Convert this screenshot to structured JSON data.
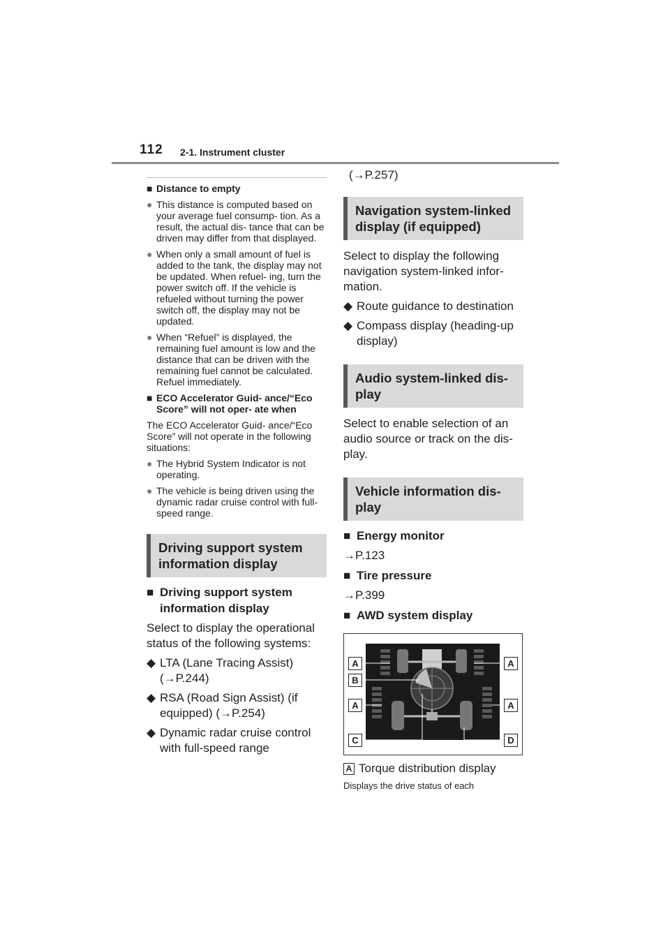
{
  "header": {
    "page_number": "112",
    "section": "2-1. Instrument cluster"
  },
  "left": {
    "dte_heading": "Distance to empty",
    "dte_bullets": [
      "This distance is computed based on your average fuel consump- tion. As a result, the actual dis- tance that can be driven may differ from that displayed.",
      "When only a small amount of fuel is added to the tank, the display may not be updated. When refuel- ing, turn the power switch off. If the vehicle is refueled without turning the power switch off, the display may not be updated.",
      "When “Refuel” is displayed, the remaining fuel amount is low and the distance that can be driven with the remaining fuel cannot be calculated.",
      "Refuel immediately."
    ],
    "eco_heading": "ECO Accelerator Guid- ance/“Eco Score” will not oper- ate when",
    "eco_text": "The ECO Accelerator Guid- ance/“Eco Score” will not operate in the following situations:",
    "eco_bullets": [
      "The Hybrid System Indicator is not operating.",
      "The vehicle is being driven using the dynamic radar cruise control with full-speed range."
    ],
    "dsi_section_title": "Driving support system information display",
    "dsi_subheading": "Driving support system information display",
    "dsi_text": "Select to display the operational status of the following systems:",
    "dsi_items": [
      "LTA (Lane Tracing Assist)",
      "(→P.244)",
      "RSA (Road Sign Assist) (if equipped) (→P.254)",
      "Dynamic radar cruise control with full-speed range"
    ]
  },
  "right": {
    "continued_ref": "(→P.257)",
    "nav_title": "Navigation system-linked display (if equipped)",
    "nav_text": "Select to display the following navigation system-linked infor- mation.",
    "nav_items": [
      "Route guidance to destination",
      "Compass display (heading-up display)"
    ],
    "audio_title": "Audio system-linked dis- play",
    "audio_text": "Select to enable selection of an audio source or track on the dis- play.",
    "vehicle_title": "Vehicle information dis- play",
    "energy_heading": "Energy monitor",
    "energy_ref": "→P.123",
    "tire_heading": "Tire pressure",
    "tire_ref": "→P.399",
    "awd_heading": "AWD system display",
    "figure_labels": {
      "a": "A",
      "b": "B",
      "c": "C",
      "d": "D"
    },
    "caption_label": "A",
    "caption_text": "Torque distribution display",
    "caption_sub": "Displays the drive status of each"
  },
  "icons": {
    "square_bullet": "■",
    "circle_bullet": "●",
    "diamond_bullet": "◆"
  }
}
